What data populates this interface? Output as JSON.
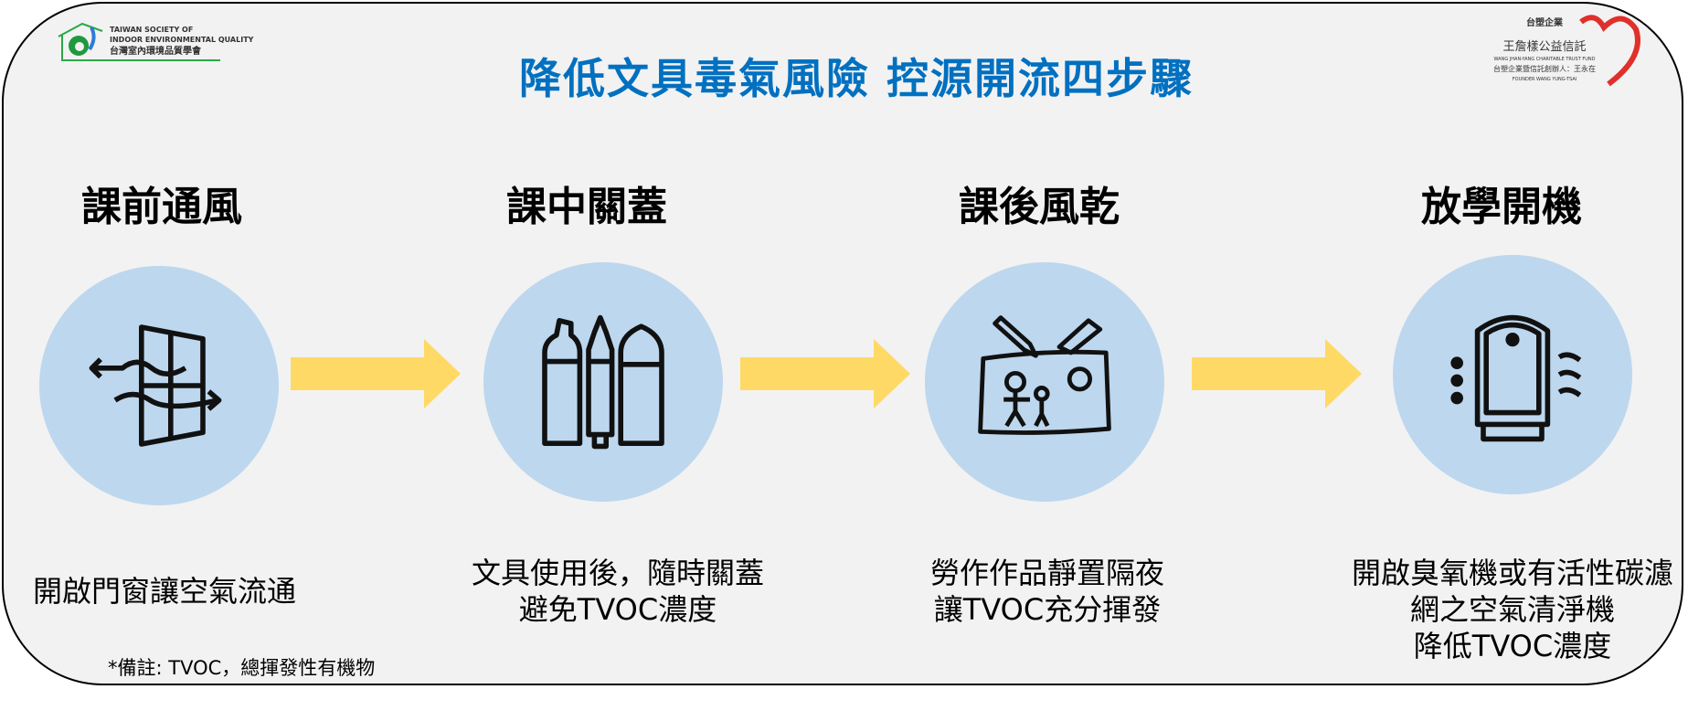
{
  "title": "降低文具毒氣風險 控源開流四步驟",
  "logos": {
    "left": {
      "line1": "TAIWAN SOCIETY OF",
      "line2": "INDOOR ENVIRONMENTAL QUALITY",
      "line3": "台灣室內環境品質學會"
    },
    "right": {
      "brand": "台塑企業",
      "name": "王詹樣公益信託",
      "name_en": "WANG JHAN-YANG CHARITABLE TRUST FUND",
      "founder": "台塑企業暨信託創辦人：王永在",
      "founder_en": "FOUNDER WANG YUNG-TSAI"
    }
  },
  "steps": [
    {
      "heading": "課前通風",
      "icon": "window-airflow-icon",
      "desc": [
        "開啟門窗讓空氣流通"
      ]
    },
    {
      "heading": "課中關蓋",
      "icon": "markers-icon",
      "desc": [
        "文具使用後，隨時關蓋",
        "避免TVOC濃度"
      ]
    },
    {
      "heading": "課後風乾",
      "icon": "drawing-board-icon",
      "desc": [
        "勞作作品靜置隔夜",
        "讓TVOC充分揮發"
      ]
    },
    {
      "heading": "放學開機",
      "icon": "air-purifier-icon",
      "desc": [
        "開啟臭氧機或有活性碳濾",
        "網之空氣清淨機",
        "降低TVOC濃度"
      ]
    }
  ],
  "note": "*備註: TVOC，總揮發性有機物",
  "colors": {
    "title": "#0070c0",
    "circle": "#bdd7ee",
    "arrow": "#ffd966",
    "panel": "#f2f2f2"
  }
}
